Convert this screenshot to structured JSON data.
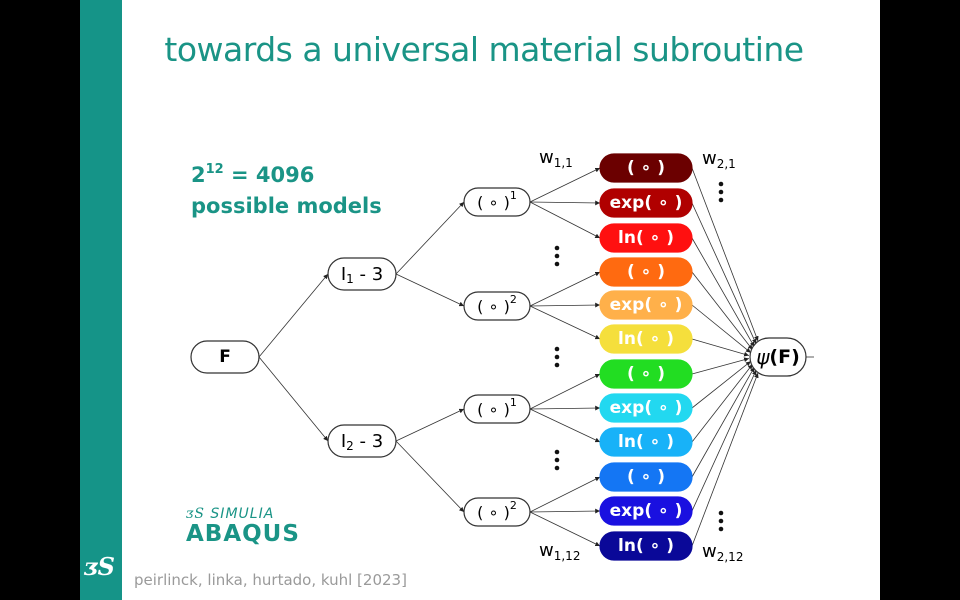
{
  "slide": {
    "title": "towards a universal material subroutine",
    "models_line1_base": "2",
    "models_line1_exp": "12",
    "models_line1_rest": " = 4096",
    "models_line2": "possible models",
    "logo_simulia": "SIMULIA",
    "logo_abaqus": "ABAQUS",
    "ds_logo": "3DS",
    "citation": "peirlinck, linka, hurtado, kuhl [2023]"
  },
  "colors": {
    "accent": "#159488",
    "title": "#1a9486",
    "citation": "#9a9a9a"
  },
  "diagram": {
    "input": "F",
    "invariants": [
      {
        "base": "I",
        "sub": "1",
        "rest": " - 3"
      },
      {
        "base": "I",
        "sub": "2",
        "rest": " - 3"
      }
    ],
    "powers": [
      {
        "label": "( ∘ )",
        "exp": "1"
      },
      {
        "label": "( ∘ )",
        "exp": "2"
      },
      {
        "label": "( ∘ )",
        "exp": "1"
      },
      {
        "label": "( ∘ )",
        "exp": "2"
      }
    ],
    "activations": [
      {
        "label": "( ∘ )",
        "color": "#6b0000"
      },
      {
        "label": "exp( ∘ )",
        "color": "#b00000"
      },
      {
        "label": "ln( ∘ )",
        "color": "#ff1010"
      },
      {
        "label": "( ∘ )",
        "color": "#ff6a10"
      },
      {
        "label": "exp( ∘ )",
        "color": "#ffb04a"
      },
      {
        "label": "ln( ∘ )",
        "color": "#f5df3c"
      },
      {
        "label": "( ∘ )",
        "color": "#22dd22"
      },
      {
        "label": "exp( ∘ )",
        "color": "#22d8f0"
      },
      {
        "label": "ln( ∘ )",
        "color": "#18b2f8"
      },
      {
        "label": "( ∘ )",
        "color": "#1476f4"
      },
      {
        "label": "exp( ∘ )",
        "color": "#1a10e0"
      },
      {
        "label": "ln( ∘ )",
        "color": "#0a0898"
      }
    ],
    "output": {
      "psi": "ψ",
      "arg": "(F)"
    },
    "weights": {
      "w1_first": {
        "base": "w",
        "sub": "1,1"
      },
      "w1_last": {
        "base": "w",
        "sub": "1,12"
      },
      "w2_first": {
        "base": "w",
        "sub": "2,1"
      },
      "w2_last": {
        "base": "w",
        "sub": "2,12"
      }
    },
    "ellipsis": "⋮"
  }
}
